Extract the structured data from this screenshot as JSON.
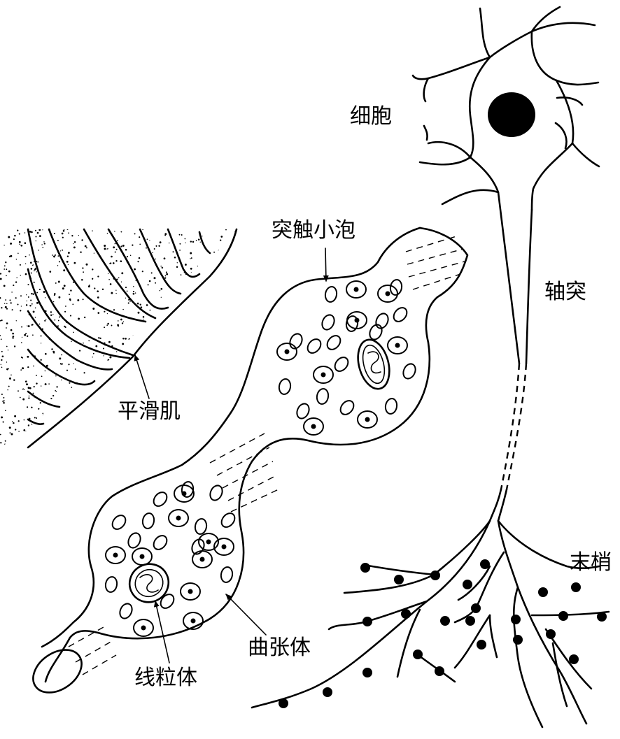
{
  "labels": {
    "soma": "细胞",
    "axon": "轴突",
    "synaptic_vesicle": "突触小泡",
    "smooth_muscle": "平滑肌",
    "terminal": "末梢",
    "varicosity": "曲张体",
    "mitochondrion": "线粒体"
  },
  "icons": {
    "neuron": "neuron-icon",
    "smooth_muscle": "smooth-muscle-tissue-icon",
    "varicosity": "varicosity-icon",
    "mitochondrion": "mitochondrion-icon",
    "vesicle": "vesicle-icon"
  },
  "colors": {
    "ink": "#000000",
    "paper": "#ffffff"
  }
}
